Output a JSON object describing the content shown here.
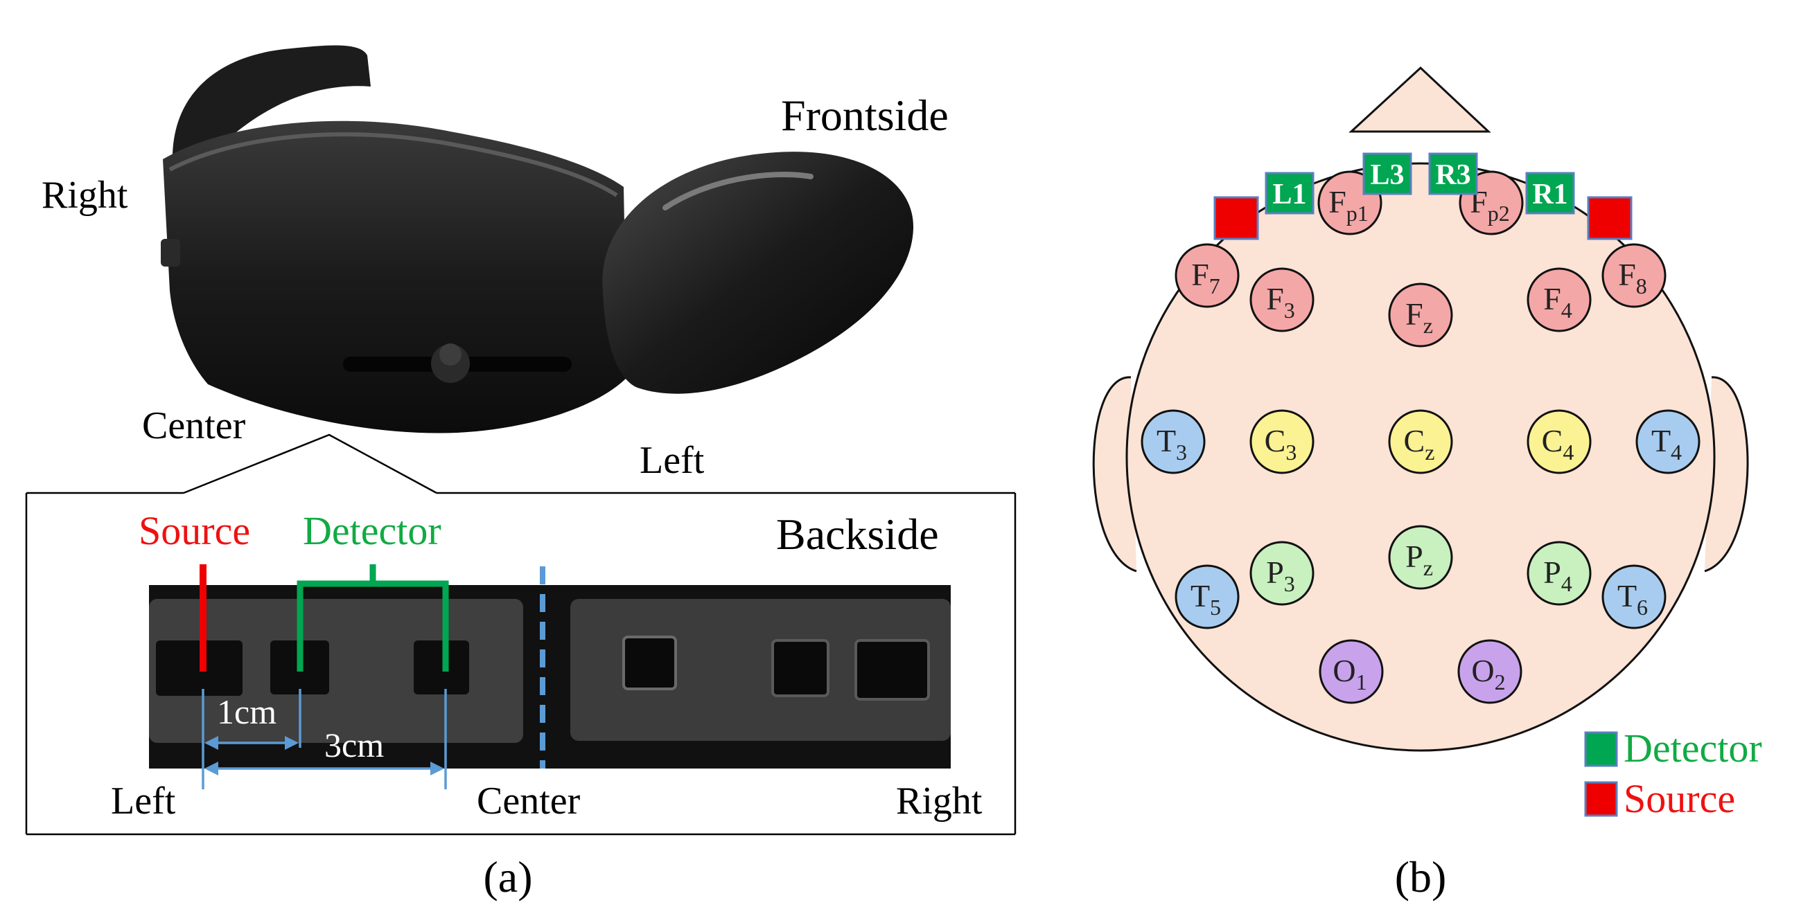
{
  "panel_a": {
    "caption": "(a)",
    "front": {
      "title": "Frontside",
      "label_right": "Right",
      "label_center": "Center",
      "label_left": "Left"
    },
    "back": {
      "title": "Backside",
      "source_label": "Source",
      "detector_label": "Detector",
      "dist_short": "1cm",
      "dist_long": "3cm",
      "label_left": "Left",
      "label_center": "Center",
      "label_right": "Right"
    }
  },
  "panel_b": {
    "caption": "(b)",
    "electrodes": [
      {
        "id": "Fp1",
        "base": "F",
        "sub": "p1",
        "group": "frontal"
      },
      {
        "id": "Fp2",
        "base": "F",
        "sub": "p2",
        "group": "frontal"
      },
      {
        "id": "F7",
        "base": "F",
        "sub": "7",
        "group": "frontal"
      },
      {
        "id": "F3",
        "base": "F",
        "sub": "3",
        "group": "frontal"
      },
      {
        "id": "Fz",
        "base": "F",
        "sub": "z",
        "group": "frontal"
      },
      {
        "id": "F4",
        "base": "F",
        "sub": "4",
        "group": "frontal"
      },
      {
        "id": "F8",
        "base": "F",
        "sub": "8",
        "group": "frontal"
      },
      {
        "id": "T3",
        "base": "T",
        "sub": "3",
        "group": "temporal"
      },
      {
        "id": "C3",
        "base": "C",
        "sub": "3",
        "group": "central"
      },
      {
        "id": "Cz",
        "base": "C",
        "sub": "z",
        "group": "central"
      },
      {
        "id": "C4",
        "base": "C",
        "sub": "4",
        "group": "central"
      },
      {
        "id": "T4",
        "base": "T",
        "sub": "4",
        "group": "temporal"
      },
      {
        "id": "T5",
        "base": "T",
        "sub": "5",
        "group": "temporal"
      },
      {
        "id": "P3",
        "base": "P",
        "sub": "3",
        "group": "parietal"
      },
      {
        "id": "Pz",
        "base": "P",
        "sub": "z",
        "group": "parietal"
      },
      {
        "id": "P4",
        "base": "P",
        "sub": "4",
        "group": "parietal"
      },
      {
        "id": "T6",
        "base": "T",
        "sub": "6",
        "group": "temporal"
      },
      {
        "id": "O1",
        "base": "O",
        "sub": "1",
        "group": "occipital"
      },
      {
        "id": "O2",
        "base": "O",
        "sub": "2",
        "group": "occipital"
      }
    ],
    "detectors": [
      {
        "id": "L1",
        "label": "L1"
      },
      {
        "id": "L3",
        "label": "L3"
      },
      {
        "id": "R3",
        "label": "R3"
      },
      {
        "id": "R1",
        "label": "R1"
      }
    ],
    "legend": {
      "detector": "Detector",
      "source": "Source"
    }
  },
  "colors": {
    "frontal": "#f4a7a7",
    "temporal": "#a8ccef",
    "central": "#fbf294",
    "parietal": "#c9f0bf",
    "occipital": "#c9a2ec",
    "head": "#fbe3d5",
    "detector": "#00a651",
    "source": "#ee0000",
    "source_text": "#ee1111",
    "detector_text": "#11aa44",
    "dimension": "#5b9bd5"
  }
}
